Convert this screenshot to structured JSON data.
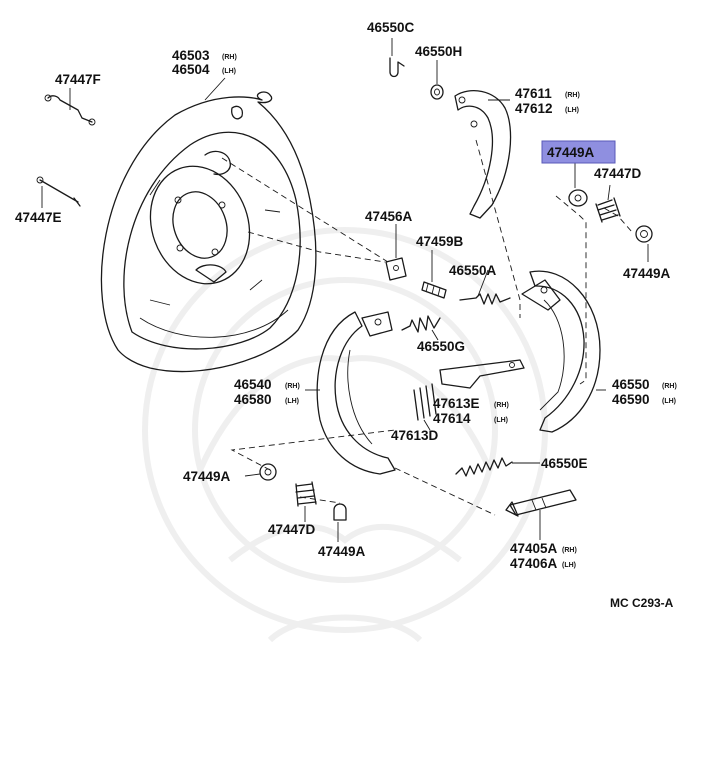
{
  "diagram": {
    "ref_code": "MC C293-A",
    "highlight_color": "#8f8fe0",
    "labels": {
      "p46550C": "46550C",
      "p46550H": "46550H",
      "p47447F": "47447F",
      "p46503": "46503",
      "p46503_side": "(RH)",
      "p46504": "46504",
      "p46504_side": "(LH)",
      "p47611": "47611",
      "p47611_side": "(RH)",
      "p47612": "47612",
      "p47612_side": "(LH)",
      "p47449A_top": "47449A",
      "p47447D_top": "47447D",
      "p47447E": "47447E",
      "p47456A": "47456A",
      "p47459B": "47459B",
      "p46550A": "46550A",
      "p47449A_right": "47449A",
      "p46550G": "46550G",
      "p46540": "46540",
      "p46540_side": "(RH)",
      "p46580": "46580",
      "p46580_side": "(LH)",
      "p47613E": "47613E",
      "p47613E_side": "(RH)",
      "p47614": "47614",
      "p47614_side": "(LH)",
      "p46550": "46550",
      "p46550_side": "(RH)",
      "p46590": "46590",
      "p46590_side": "(LH)",
      "p47613D": "47613D",
      "p47449A_left": "47449A",
      "p46550E": "46550E",
      "p47447D_bottom": "47447D",
      "p47449A_bottom": "47449A",
      "p47405A": "47405A",
      "p47405A_side": "(RH)",
      "p47406A": "47406A",
      "p47406A_side": "(LH)"
    }
  }
}
